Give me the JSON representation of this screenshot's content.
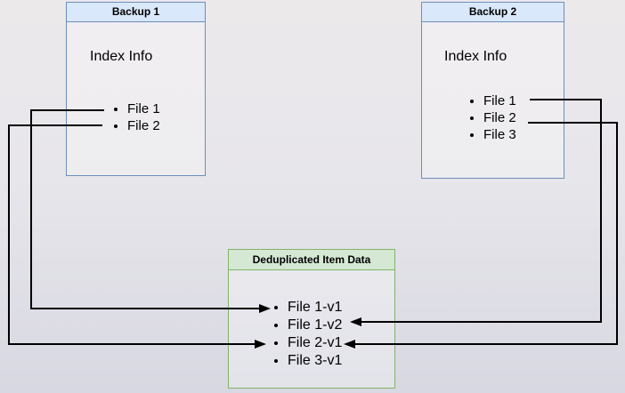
{
  "diagram": {
    "backup1": {
      "title": "Backup 1",
      "section_label": "Index Info",
      "files": [
        "File 1",
        "File 2"
      ]
    },
    "backup2": {
      "title": "Backup 2",
      "section_label": "Index Info",
      "files": [
        "File 1",
        "File 2",
        "File 3"
      ]
    },
    "dedup": {
      "title": "Deduplicated Item Data",
      "items": [
        "File 1-v1",
        "File 1-v2",
        "File 2-v1",
        "File 3-v1"
      ]
    },
    "edges": [
      {
        "from": "Backup 1 / File 1",
        "to": "Deduplicated Item Data / File 1-v1"
      },
      {
        "from": "Backup 1 / File 2",
        "to": "Deduplicated Item Data / File 2-v1"
      },
      {
        "from": "Backup 2 / File 1",
        "to": "Deduplicated Item Data / File 1-v2"
      },
      {
        "from": "Backup 2 / File 2",
        "to": "Deduplicated Item Data / File 2-v1"
      }
    ],
    "colors": {
      "blue_fill": "#dae8fc",
      "blue_stroke": "#6c8ebf",
      "green_fill": "#d5e8d4",
      "green_stroke": "#82b366",
      "connector": "#000000"
    }
  }
}
